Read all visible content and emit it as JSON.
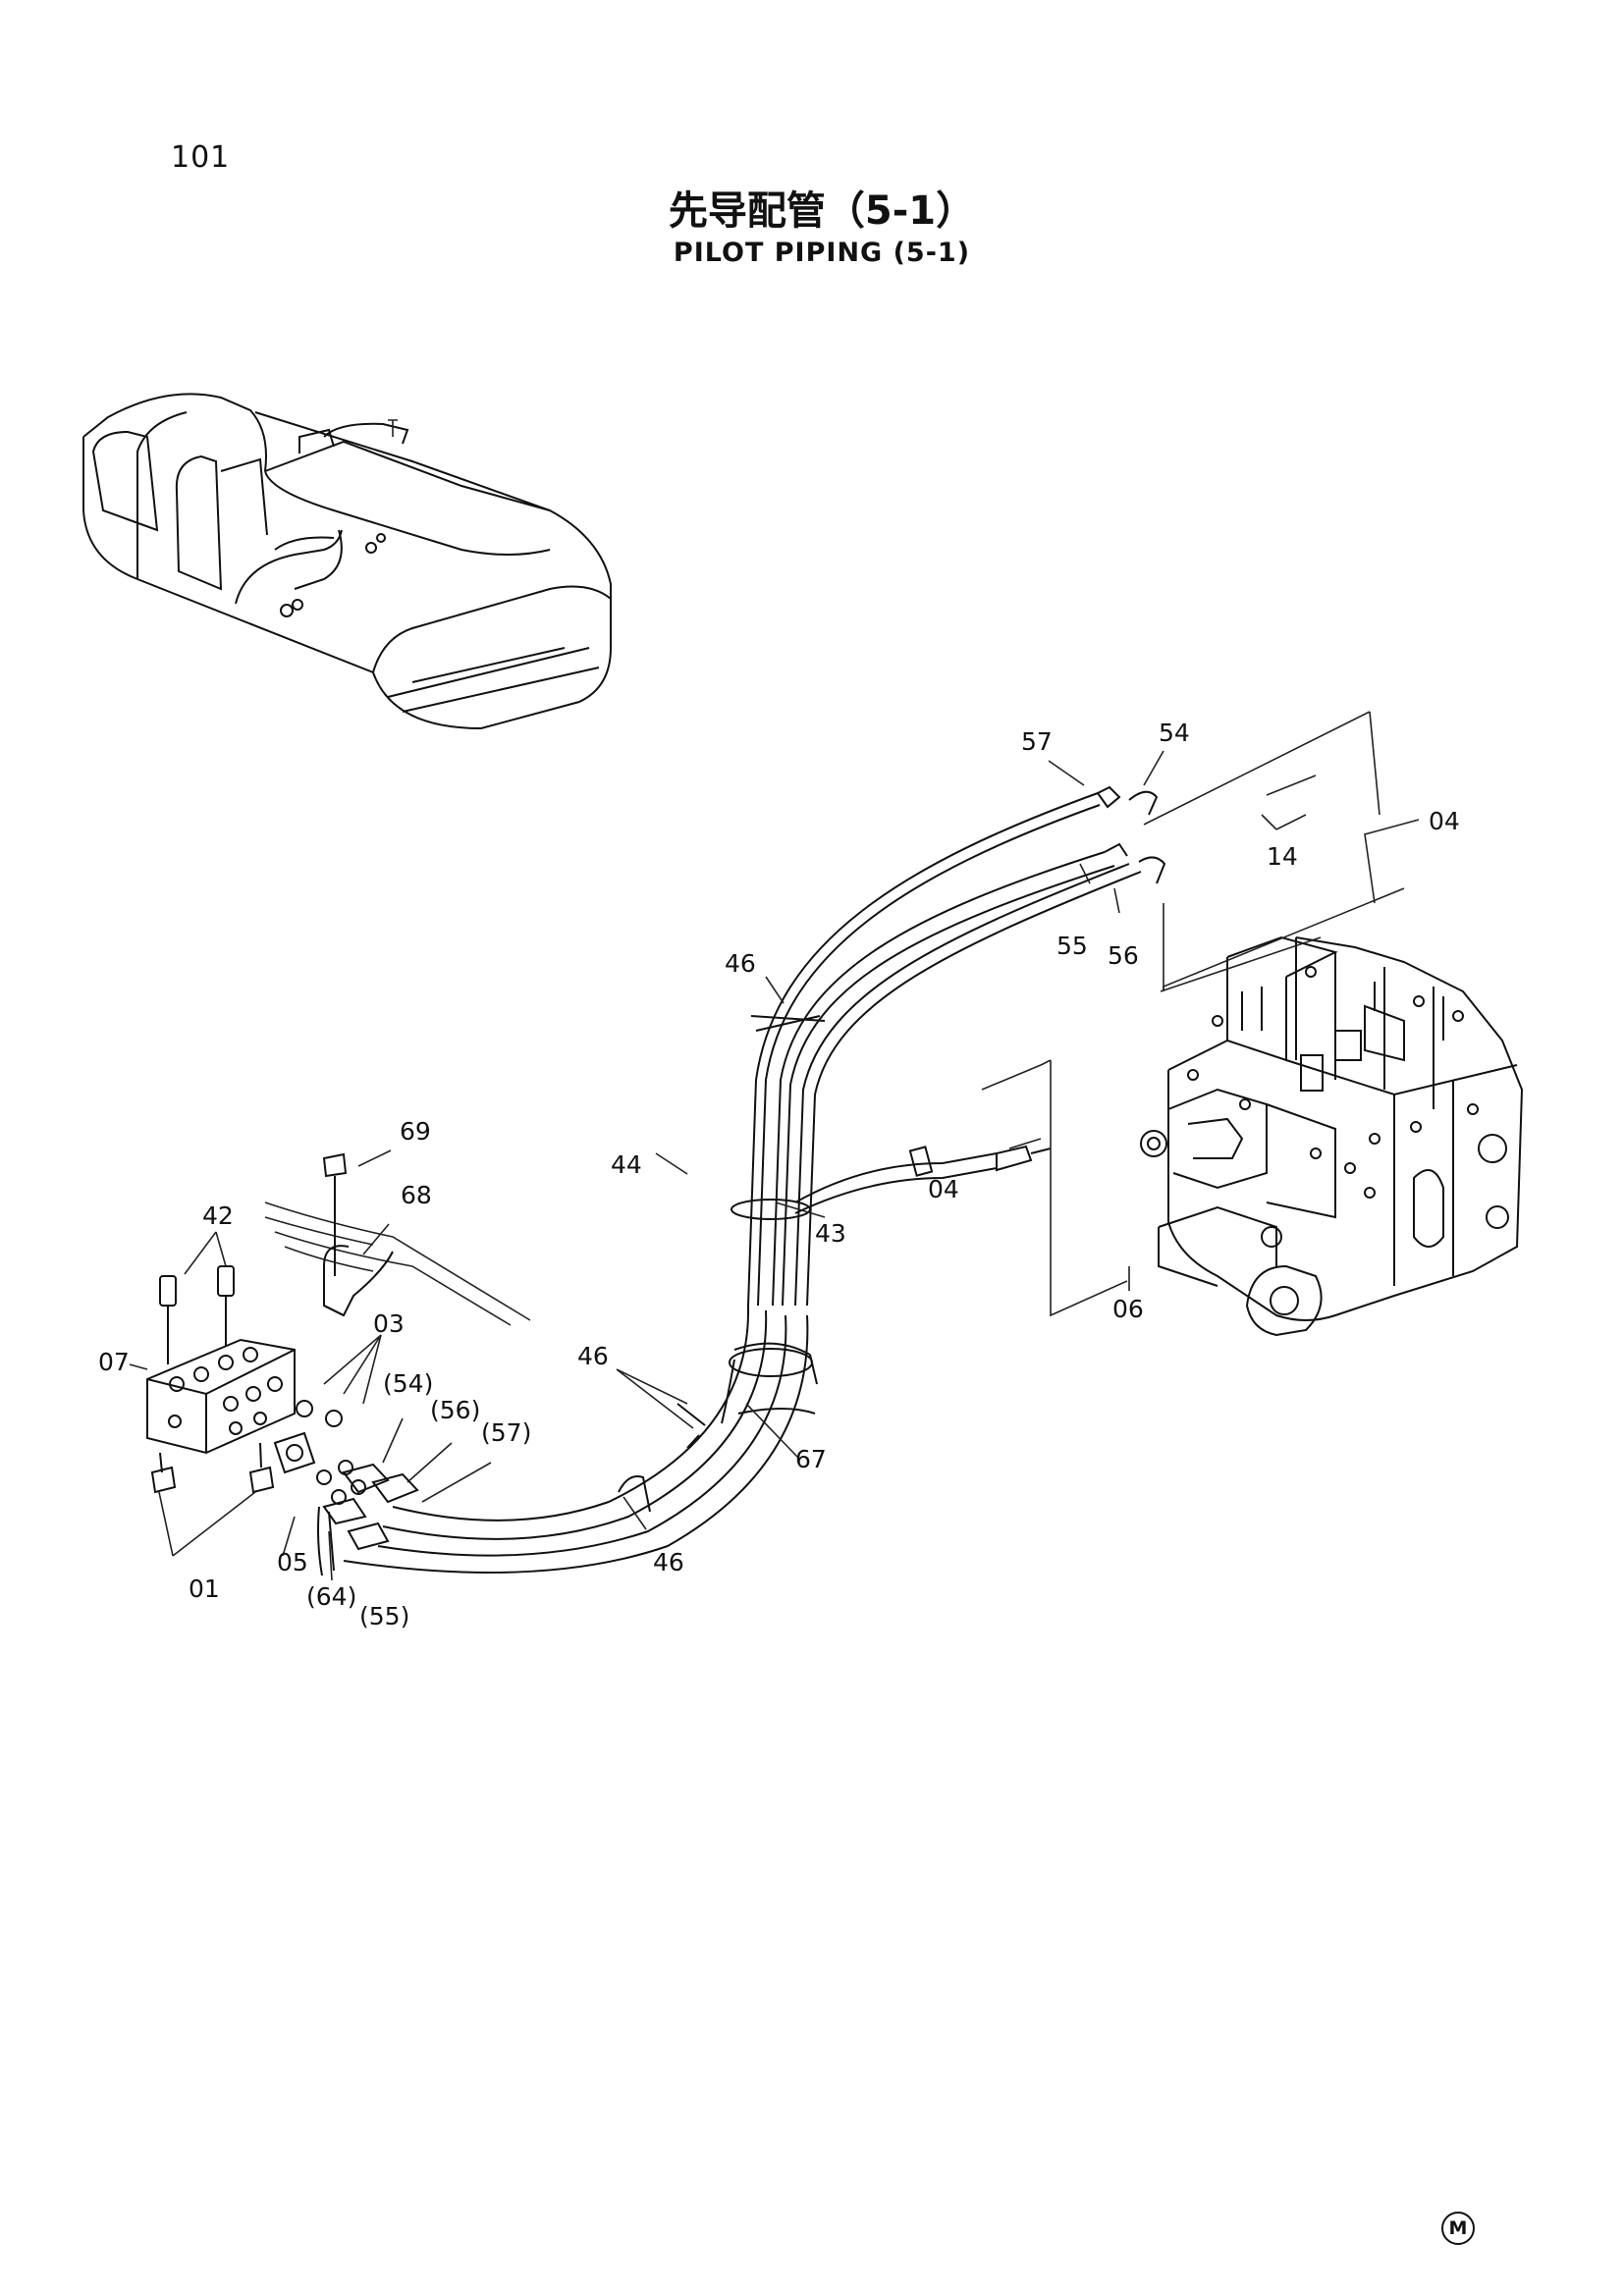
{
  "page": {
    "number": "101",
    "title_cn": "先导配管（5-1）",
    "title_en": "PILOT  PIPING (5-1)"
  },
  "mark": "M",
  "callouts": {
    "c57": "57",
    "c54": "54",
    "c04a": "04",
    "c14": "14",
    "c55": "55",
    "c56": "56",
    "c46a": "46",
    "c69": "69",
    "c68": "68",
    "c44": "44",
    "c04b": "04",
    "c43": "43",
    "c42": "42",
    "c03": "03",
    "c07": "07",
    "c46b": "46",
    "p54": "(54)",
    "p56": "(56)",
    "p57": "(57)",
    "c67": "67",
    "c06": "06",
    "c05": "05",
    "c46c": "46",
    "c01": "01",
    "p64": "(64)",
    "p55": "(55)"
  }
}
